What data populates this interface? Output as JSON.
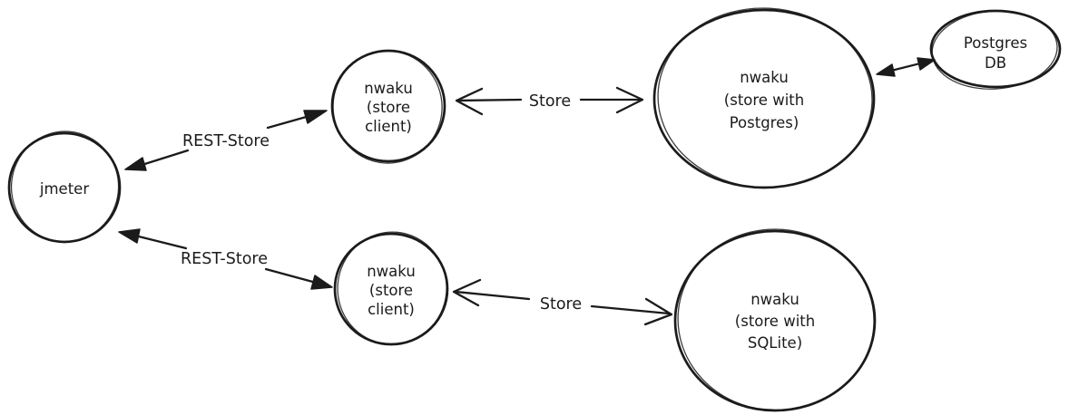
{
  "diagram": {
    "background_color": "#ffffff",
    "ink_color": "#1b1b1b",
    "nodes": {
      "jmeter": {
        "lines": [
          "jmeter"
        ]
      },
      "client_top": {
        "lines": [
          "nwaku",
          "(store",
          "client)"
        ]
      },
      "store_postgres": {
        "lines": [
          "nwaku",
          "(store with",
          "Postgres)"
        ]
      },
      "postgres_db": {
        "lines": [
          "Postgres",
          "DB"
        ]
      },
      "client_bottom": {
        "lines": [
          "nwaku",
          "(store",
          "client)"
        ]
      },
      "store_sqlite": {
        "lines": [
          "nwaku",
          "(store with",
          "SQLite)"
        ]
      }
    },
    "edges": {
      "rest_store_top": {
        "label": "REST-Store",
        "style": "double-arrow-solid-heads"
      },
      "rest_store_bottom": {
        "label": "REST-Store",
        "style": "double-arrow-solid-heads"
      },
      "store_top": {
        "label": "Store",
        "style": "double-arrow-chevron-heads"
      },
      "store_bottom": {
        "label": "Store",
        "style": "double-arrow-chevron-heads"
      },
      "postgres_link": {
        "label": "",
        "style": "double-arrow-solid-heads"
      }
    }
  }
}
